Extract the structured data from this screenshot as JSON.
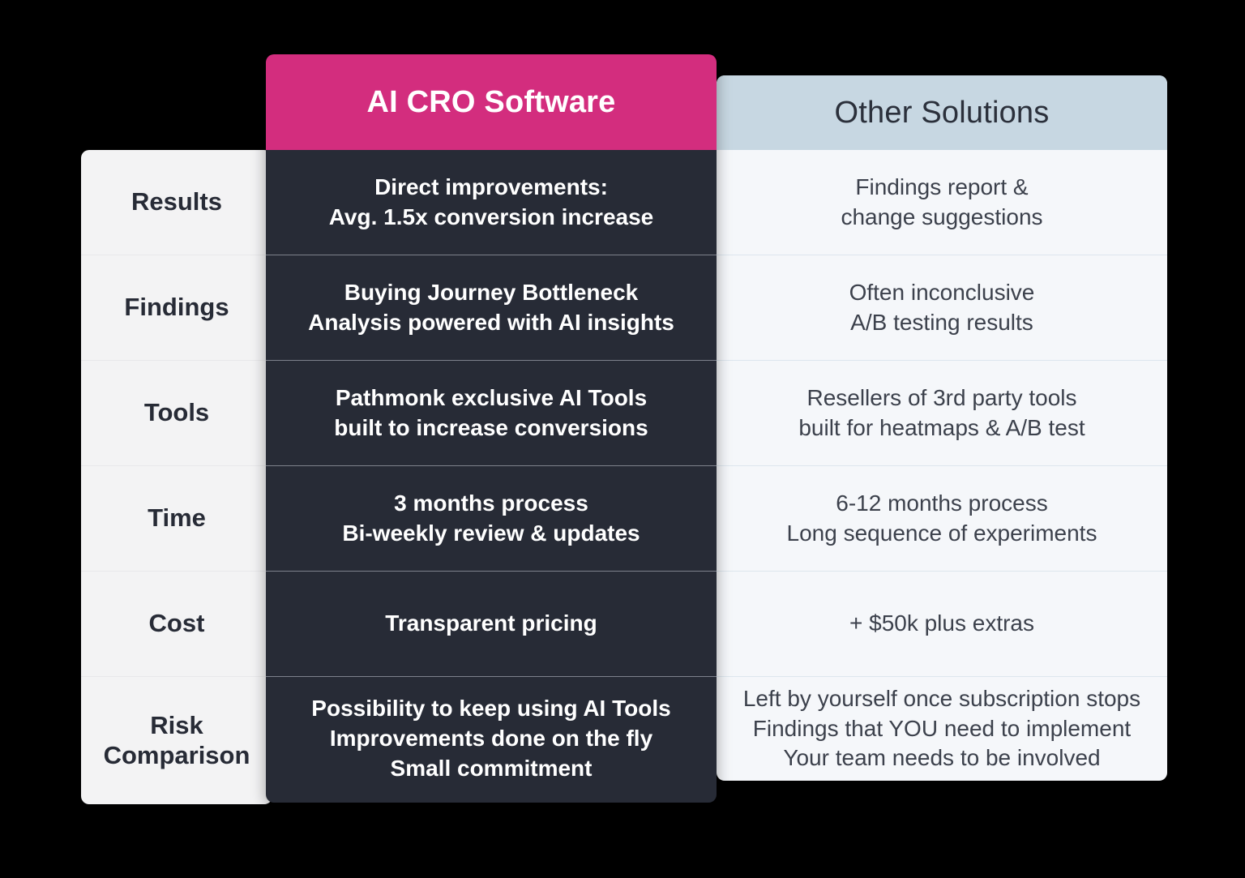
{
  "colors": {
    "brand_pink": "#D32D7E",
    "dark_navy": "#272B36",
    "header_blue": "#C7D7E2",
    "light_panel": "#F5F7FA",
    "label_panel": "#F3F3F4",
    "page_background": "#000000"
  },
  "headers": {
    "label_column": "",
    "cro_column": "AI CRO Software",
    "other_column": "Other Solutions"
  },
  "rows": [
    {
      "label": "Results",
      "label_lines": [
        "Results"
      ],
      "cro_lines": [
        "Direct improvements:",
        "Avg. 1.5x conversion increase"
      ],
      "other_lines": [
        "Findings report &",
        "change suggestions"
      ]
    },
    {
      "label": "Findings",
      "label_lines": [
        "Findings"
      ],
      "cro_lines": [
        "Buying Journey Bottleneck",
        "Analysis powered with AI insights"
      ],
      "other_lines": [
        "Often inconclusive",
        "A/B testing results"
      ]
    },
    {
      "label": "Tools",
      "label_lines": [
        "Tools"
      ],
      "cro_lines": [
        "Pathmonk exclusive AI Tools",
        "built to increase conversions"
      ],
      "other_lines": [
        "Resellers of 3rd party tools",
        "built for heatmaps & A/B test"
      ]
    },
    {
      "label": "Time",
      "label_lines": [
        "Time"
      ],
      "cro_lines": [
        "3 months process",
        "Bi-weekly review & updates"
      ],
      "other_lines": [
        "6-12 months process",
        "Long sequence of experiments"
      ]
    },
    {
      "label": "Cost",
      "label_lines": [
        "Cost"
      ],
      "cro_lines": [
        "Transparent pricing"
      ],
      "other_lines": [
        "+ $50k plus extras"
      ]
    },
    {
      "label": "Risk Comparison",
      "label_lines": [
        "Risk",
        "Comparison"
      ],
      "cro_lines": [
        "Possibility to keep using AI Tools",
        "Improvements done on the fly",
        "Small commitment"
      ],
      "other_lines": [
        "Left by yourself once subscription stops",
        "Findings that YOU need to implement",
        "Your team needs to be involved"
      ]
    }
  ],
  "row_heights": {
    "label": [
      130,
      130,
      130,
      130,
      130,
      157
    ],
    "cro": [
      130,
      130,
      130,
      130,
      130,
      153
    ],
    "other": [
      130,
      130,
      130,
      130,
      130,
      128
    ]
  }
}
